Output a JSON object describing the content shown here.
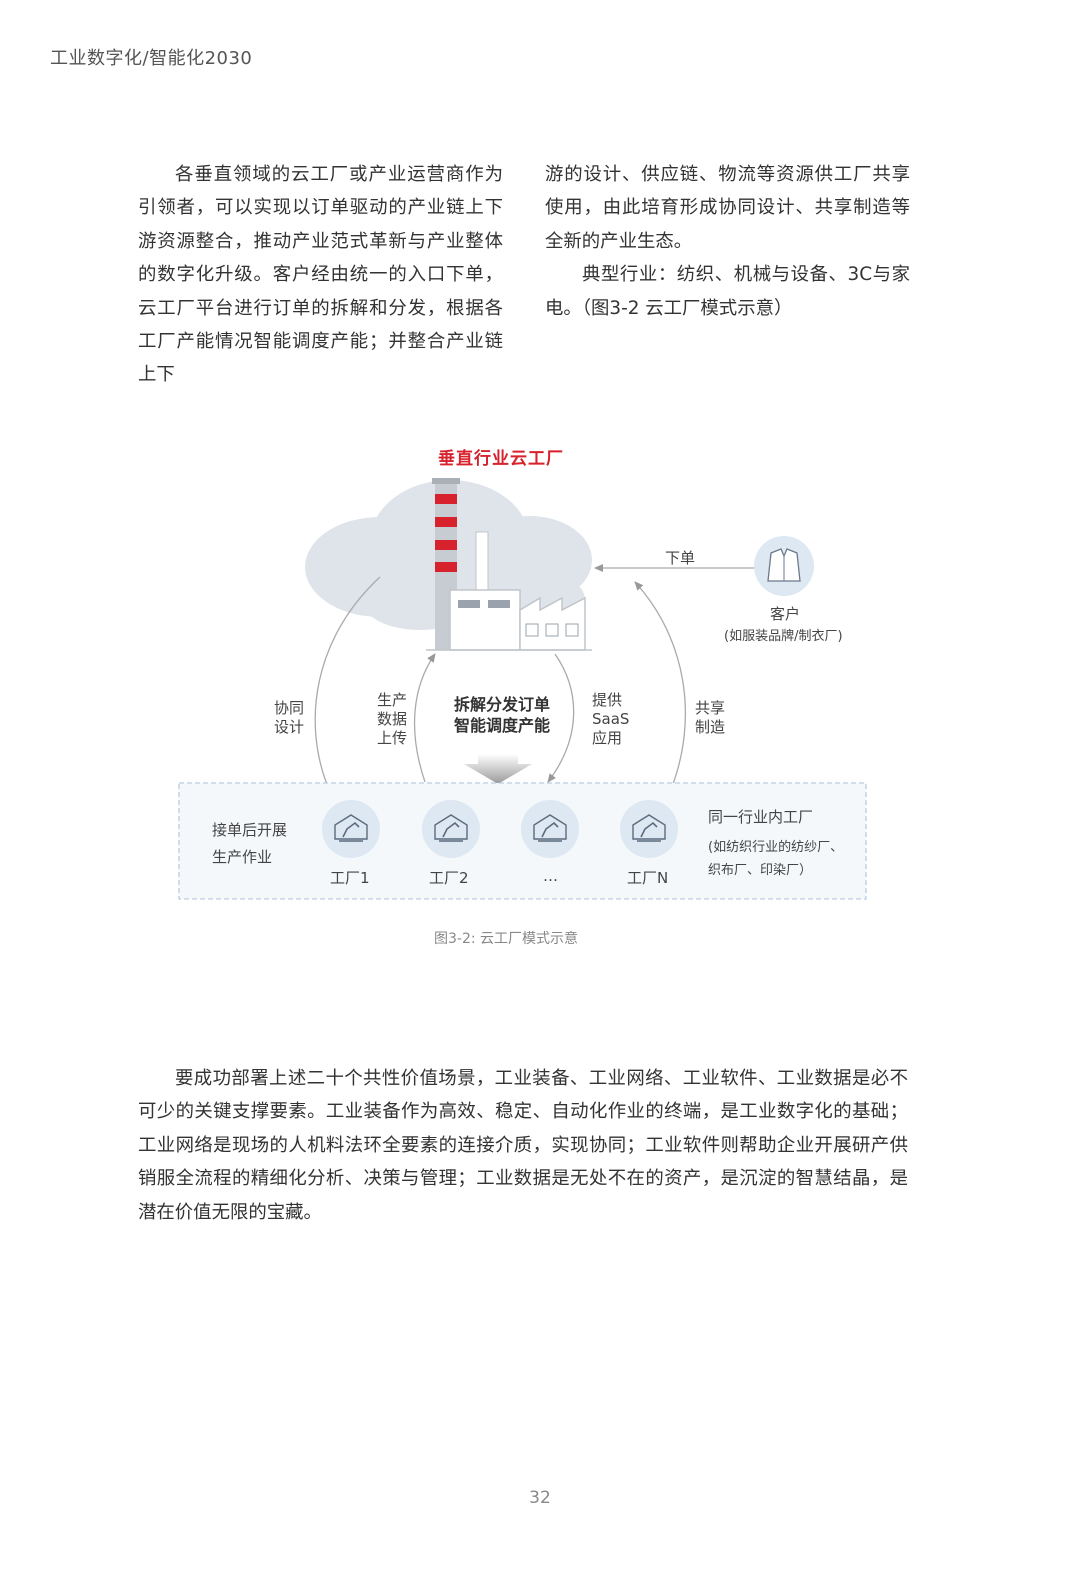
{
  "header": {
    "running_title": "工业数字化/智能化2030"
  },
  "intro": {
    "left_column": "各垂直领域的云工厂或产业运营商作为引领者，可以实现以订单驱动的产业链上下游资源整合，推动产业范式革新与产业整体的数字化升级。客户经由统一的入口下单，云工厂平台进行订单的拆解和分发，根据各工厂产能情况智能调度产能；并整合产业链上下",
    "right_column": "游的设计、供应链、物流等资源供工厂共享使用，由此培育形成协同设计、共享制造等全新的产业生态。",
    "right_column_p2": "典型行业：纺织、机械与设备、3C与家电。（图3-2 云工厂模式示意）"
  },
  "diagram": {
    "title": "垂直行业云工厂",
    "order_label": "下单",
    "customer": {
      "label": "客户",
      "note": "(如服装品牌/制衣厂)",
      "icon": "jacket-icon"
    },
    "arrows": {
      "collab_design": [
        "协同",
        "设计"
      ],
      "production_upload": [
        "生产",
        "数据",
        "上传"
      ],
      "saas": [
        "提供",
        "SaaS",
        "应用"
      ],
      "shared_mfg": [
        "共享",
        "制造"
      ]
    },
    "center": [
      "拆解分发订单",
      "智能调度产能"
    ],
    "factory_box": {
      "left_label": [
        "接单后开展",
        "生产作业"
      ],
      "factories": [
        "工厂1",
        "工厂2",
        "…",
        "工厂N"
      ],
      "right_title": "同一行业内工厂",
      "right_note": [
        "(如纺织行业的纺纱厂、",
        "织布厂、印染厂）"
      ],
      "icon": "robot-arm-factory-icon"
    },
    "caption": "图3-2: 云工厂模式示意",
    "colors": {
      "accent_red": "#d7212c",
      "icon_circle": "#dde8f3",
      "box_border": "#b9cde0",
      "box_fill": "#f4f8fb",
      "cloud": "#dfe4ea"
    }
  },
  "body": {
    "paragraph": "要成功部署上述二十个共性价值场景，工业装备、工业网络、工业软件、工业数据是必不可少的关键支撑要素。工业装备作为高效、稳定、自动化作业的终端，是工业数字化的基础；工业网络是现场的人机料法环全要素的连接介质，实现协同；工业软件则帮助企业开展研产供销服全流程的精细化分析、决策与管理；工业数据是无处不在的资产，是沉淀的智慧结晶，是潜在价值无限的宝藏。"
  },
  "page_number": "32"
}
